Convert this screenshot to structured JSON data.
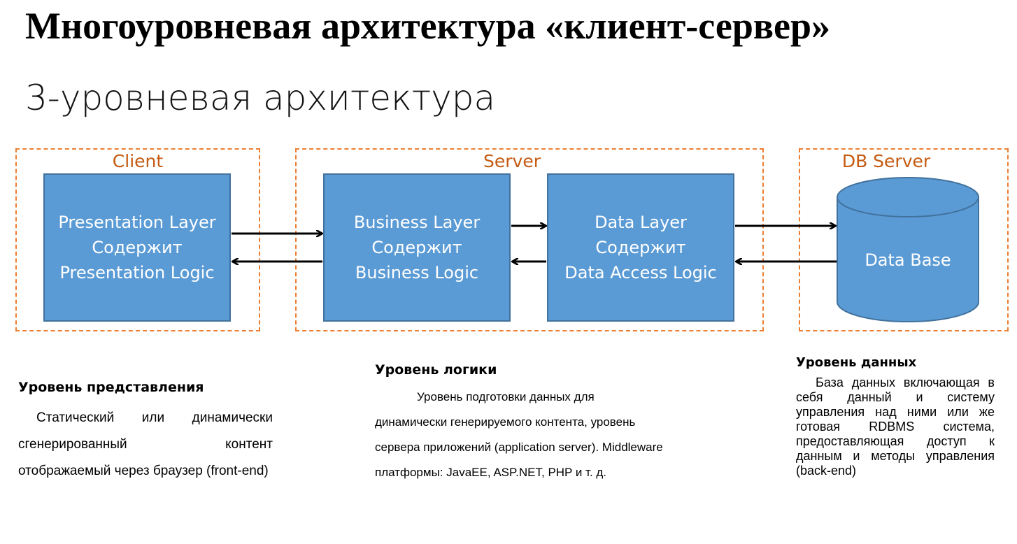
{
  "slide": {
    "title": "Многоуровневая архитектура «клиент-сервер»",
    "subtitle": "3-уровневая архитектура"
  },
  "zones": {
    "client": "Client",
    "server": "Server",
    "db_server": "DB Server"
  },
  "layers": {
    "presentation": [
      "Presentation Layer",
      "Содержит",
      "Presentation Logic"
    ],
    "business": [
      "Business Layer",
      "Содержит",
      "Business Logic"
    ],
    "data": [
      "Data Layer",
      "Содержит",
      "Data Access Logic"
    ],
    "database": "Data Base"
  },
  "descriptions": {
    "presentation": {
      "heading": "Уровень представления",
      "text": "Статический или динамически сгенерированный контент отображаемый через браузер (front-end)"
    },
    "logic": {
      "heading": "Уровень логики",
      "text": "Уровень подготовки данных для динамически генерируемого контента, уровень сервера приложений (application server). Middleware платформы: JavaEE, ASP.NET, PHP и т. д."
    },
    "data": {
      "heading": "Уровень данных",
      "text": "База данных включающая в себя данный и систему управления над ними или же готовая RDBMS система, предоставляющая доступ к данным и методы управления (back-end)"
    }
  },
  "colors": {
    "zone_border": "#ED7D31",
    "zone_label": "#C55A11",
    "layer_fill": "#5B9BD5",
    "layer_border": "#41719C"
  }
}
